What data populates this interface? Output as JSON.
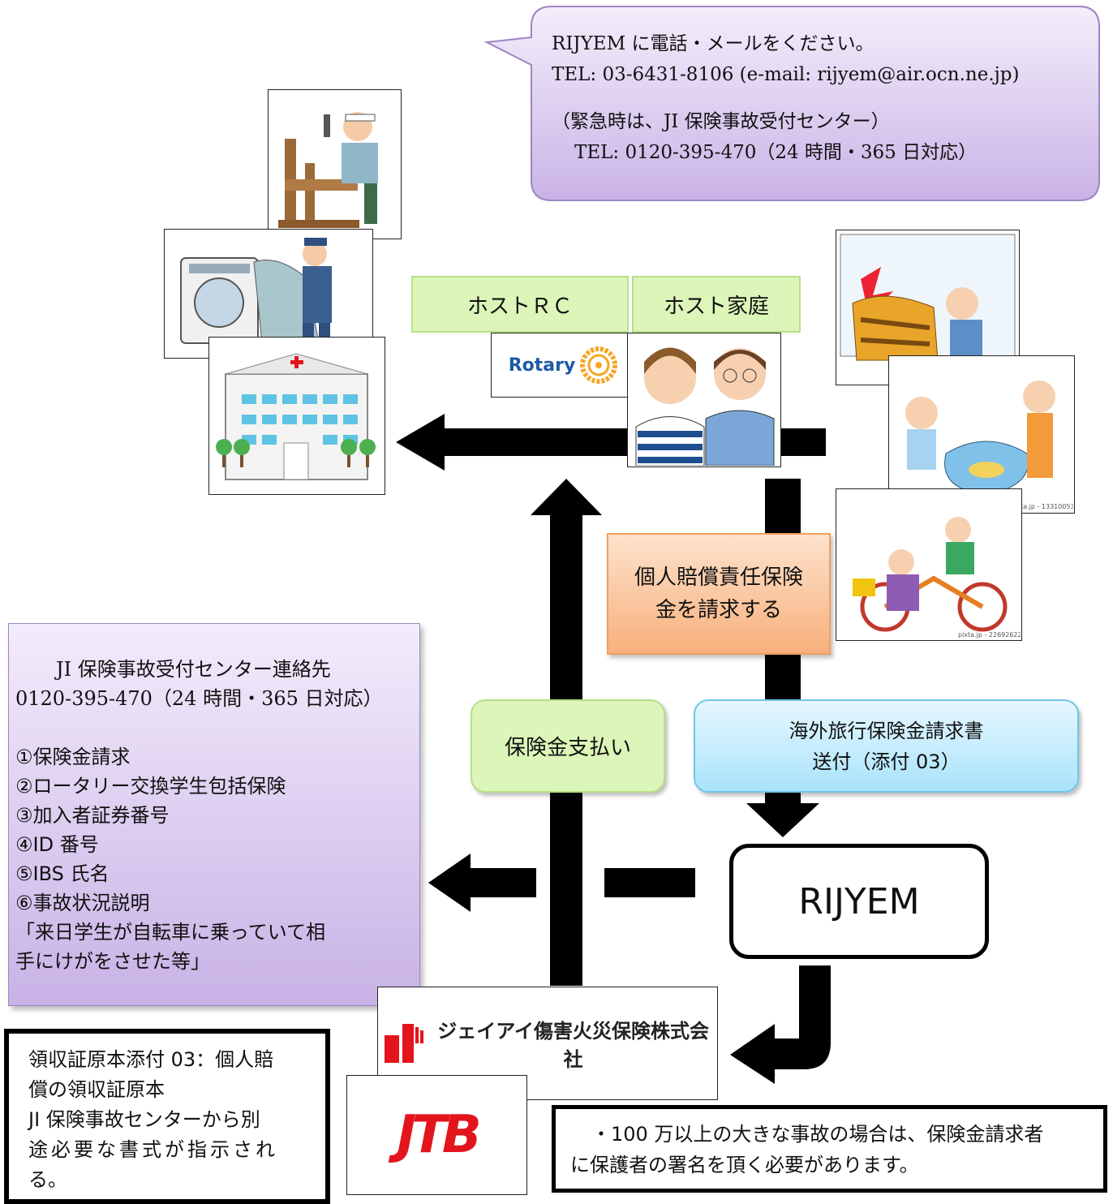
{
  "contact_bubble": {
    "lines": [
      "RIJYEM に電話・メールをください。",
      "TEL: 03-6431-8106 (e-mail: rijyem@air.ocn.ne.jp)",
      "（緊急時は、JI 保険事故受付センター）",
      "TEL: 0120-395-470（24 時間・365 日対応）"
    ]
  },
  "host_rc": {
    "label": "ホストＲＣ",
    "logo_text": "Rotary"
  },
  "host_family": {
    "label": "ホスト家庭"
  },
  "claim_box": {
    "lines": [
      "個人賠償責任保険",
      "金を請求する"
    ]
  },
  "payment_box": {
    "label": "保険金支払い"
  },
  "form_box": {
    "lines": [
      "海外旅行保険金請求書",
      "送付（添付 03）"
    ]
  },
  "rijyem_box": {
    "label": "RIJYEM"
  },
  "ji_center_box": {
    "title_lines": [
      "JI 保険事故受付センター連絡先",
      "0120-395-470（24 時間・365 日対応）"
    ],
    "items": [
      "①保険金請求",
      "②ロータリー交換学生包括保険",
      "③加入者証券番号",
      "④ID 番号",
      "⑤IBS 氏名",
      "⑥事故状況説明",
      "「来日学生が自転車に乗っていて相",
      "手にけがをさせた等」"
    ]
  },
  "receipt_box": {
    "lines": [
      "領収証原本添付 03：個人賠",
      "償の領収証原本",
      "JI 保険事故センターから別",
      "途必要な書式が指示され",
      "る。"
    ]
  },
  "ji_logo": {
    "text": "ジェイアイ傷害火災保険株式会社"
  },
  "jtb_logo": {
    "text": "JTB"
  },
  "note_box": {
    "lines": [
      "・100 万以上の大きな事故の場合は、保険金請求者",
      "に保護者の署名を頂く必要があります。"
    ]
  },
  "pixta": {
    "watermark": "PIXTA",
    "credit_1": "pixta.jp - 13310053",
    "credit_2": "pixta.jp - 22692622"
  },
  "colors": {
    "arrow": "#000000",
    "purple": "#c8b2e6",
    "green": "#dcf5b8",
    "orange": "#f7b07c",
    "blue": "#a9e3fb",
    "ji_red": "#e4141c"
  }
}
